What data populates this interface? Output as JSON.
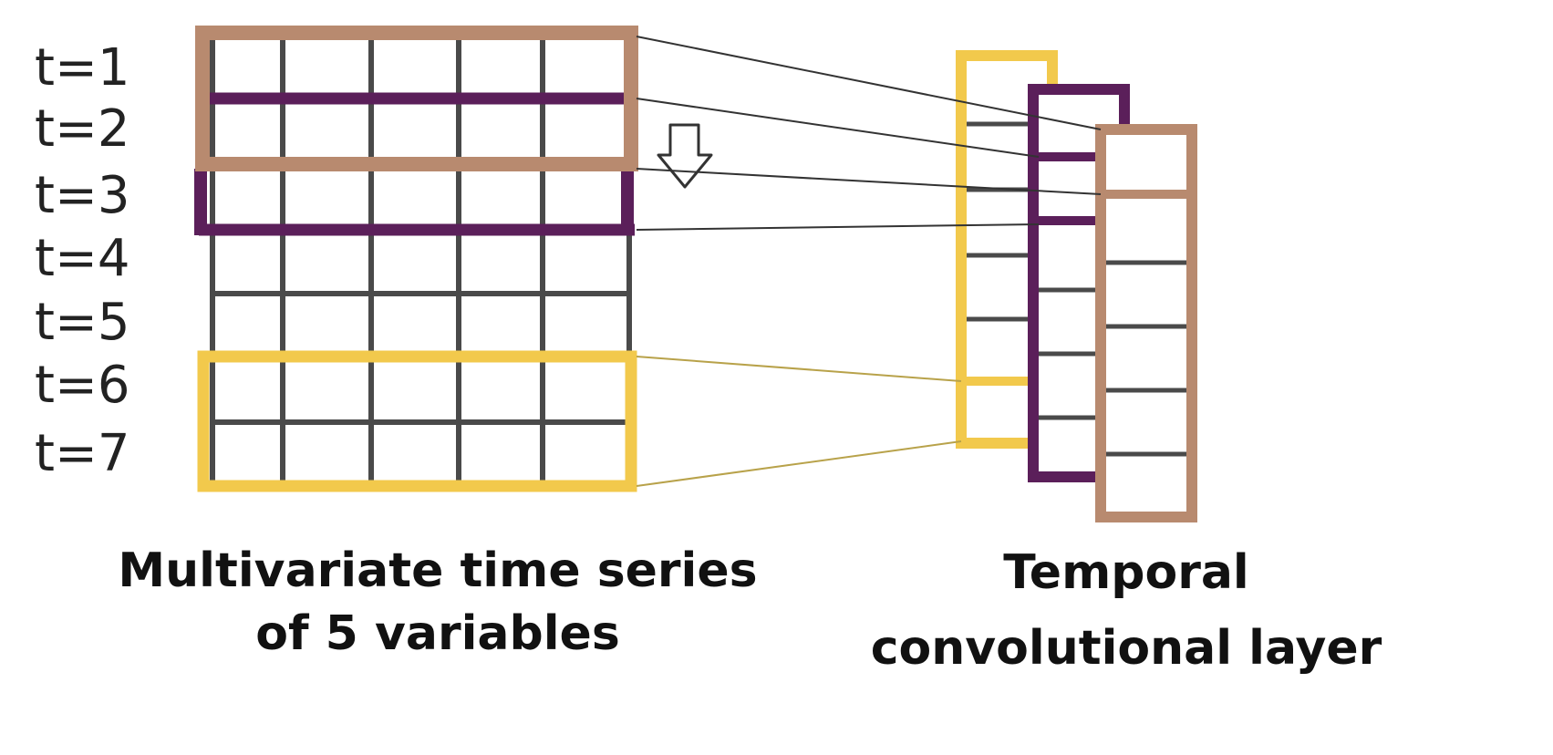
{
  "time_steps": [
    "t=1",
    "t=2",
    "t=3",
    "t=4",
    "t=5",
    "t=6",
    "t=7"
  ],
  "variable_count": 5,
  "captions": {
    "input_line1": "Multivariate time series",
    "input_line2": "of 5 variables",
    "output_line1": "Temporal",
    "output_line2": "convolutional layer"
  },
  "colors": {
    "grid": "#4a4a4a",
    "window_tan": "#b88a6f",
    "window_purple": "#5b1f5a",
    "window_yellow": "#f2c94c",
    "connector": "#333333",
    "text": "#111111"
  },
  "icons": {
    "slide_direction": "down-arrow-icon"
  }
}
